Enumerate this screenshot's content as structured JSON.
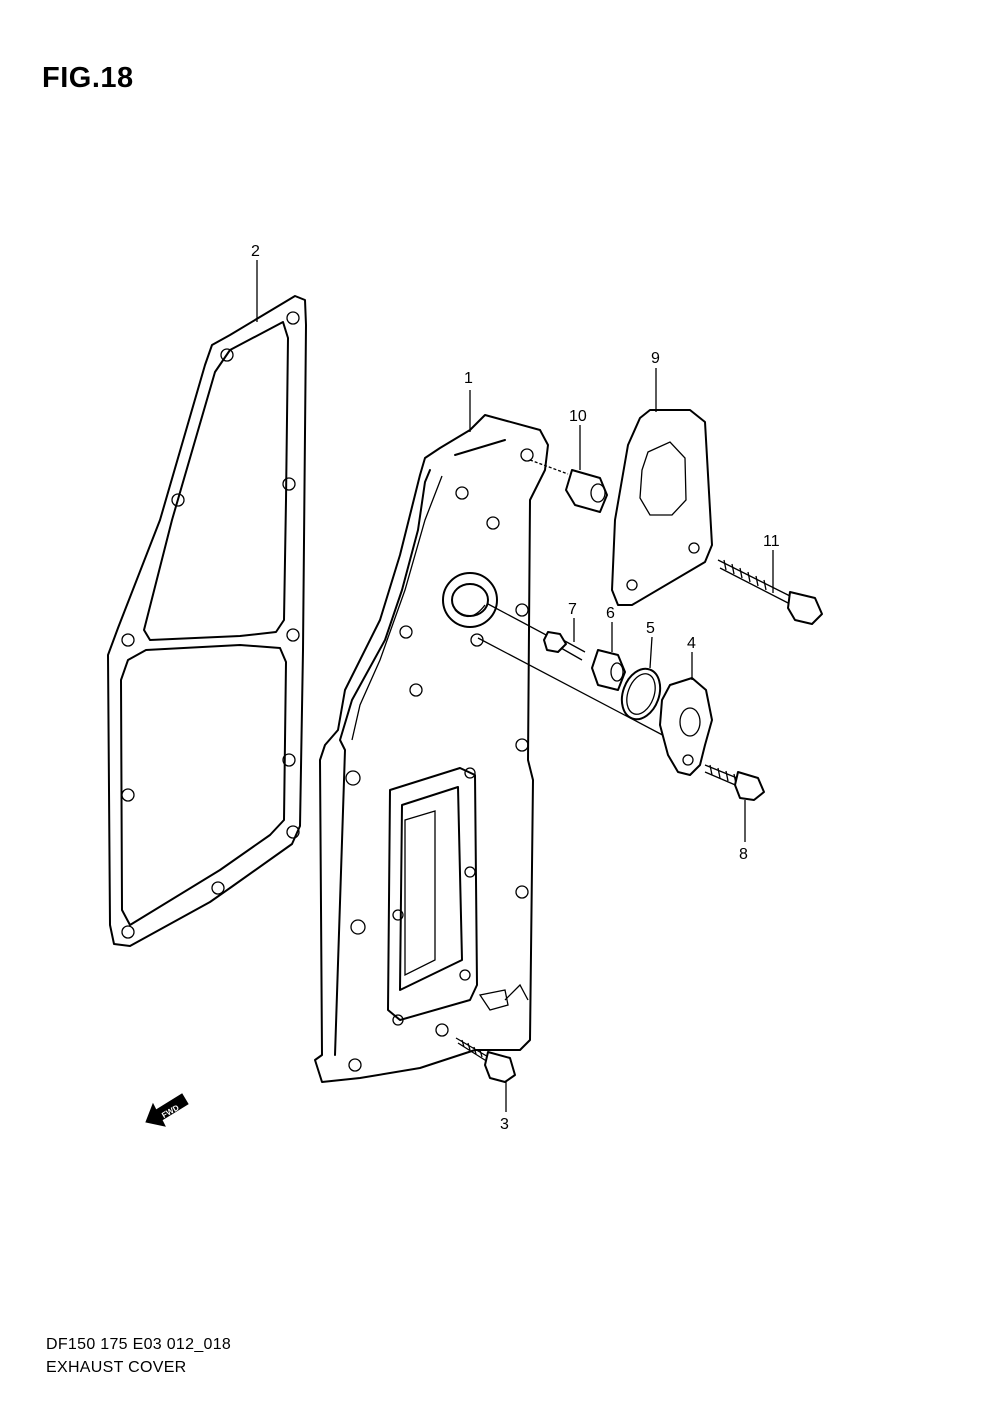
{
  "figure": {
    "title": "FIG.18"
  },
  "callouts": [
    {
      "id": "1",
      "label": "1"
    },
    {
      "id": "2",
      "label": "2"
    },
    {
      "id": "3",
      "label": "3"
    },
    {
      "id": "4",
      "label": "4"
    },
    {
      "id": "5",
      "label": "5"
    },
    {
      "id": "6",
      "label": "6"
    },
    {
      "id": "7",
      "label": "7"
    },
    {
      "id": "8",
      "label": "8"
    },
    {
      "id": "9",
      "label": "9"
    },
    {
      "id": "10",
      "label": "10"
    },
    {
      "id": "11",
      "label": "11"
    }
  ],
  "direction_arrow": {
    "label": "FWD"
  },
  "footer": {
    "code": "DF150 175 E03 012_018",
    "name": "EXHAUST COVER"
  }
}
